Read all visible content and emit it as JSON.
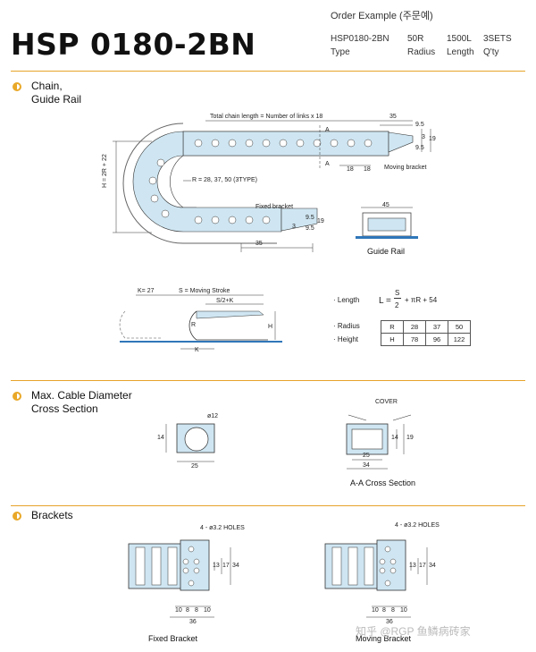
{
  "header": {
    "title": "HSP 0180-2BN",
    "order_example": "Order Example (주문예)",
    "order_values": [
      "HSP0180-2BN",
      "50R",
      "1500L",
      "3SETS"
    ],
    "order_labels": [
      "Type",
      "Radius",
      "Length",
      "Q'ty"
    ]
  },
  "sections": {
    "chain": {
      "line1": "Chain,",
      "line2": "Guide Rail"
    },
    "cable": {
      "line1": "Max. Cable Diameter",
      "line2": "Cross Section"
    },
    "brackets": {
      "line1": "Brackets"
    }
  },
  "chain_drawing": {
    "total_length": "Total chain length = Number of links x 18",
    "dim_35_top": "35",
    "dim_3_top": "3",
    "dim_95_top": "9.5",
    "dim_95b_top": "9.5",
    "dim_19_top": "19",
    "label_A1": "A",
    "label_A2": "A",
    "dim_18a": "18",
    "dim_18b": "18",
    "moving_bracket": "Moving bracket",
    "radius_note": "R = 28, 37, 50 (3TYPE)",
    "height_note": "H = 2R + 22",
    "fixed_bracket": "Fixed bracket",
    "dim_3_bot": "3",
    "dim_95_bot": "9.5",
    "dim_95b_bot": "9.5",
    "dim_19_bot": "19",
    "dim_35_bot": "35"
  },
  "guide_rail": {
    "dim_45": "45",
    "caption": "Guide Rail"
  },
  "stroke_drawing": {
    "k27": "K= 27",
    "stroke": "S = Moving Stroke",
    "s2k": "S/2+K",
    "r": "R",
    "h": "H",
    "k": "K"
  },
  "formula": {
    "length_label": "· Length",
    "l_eq": "L =",
    "s": "S",
    "two": "2",
    "rest": "+ πR + 54",
    "radius_label": "· Radius",
    "height_label": "· Height"
  },
  "rh_table": {
    "rows": [
      [
        "R",
        "28",
        "37",
        "50"
      ],
      [
        "H",
        "78",
        "96",
        "122"
      ]
    ]
  },
  "cable_section": {
    "d12": "ø12",
    "h14": "14",
    "w25": "25"
  },
  "aa_section": {
    "cover": "COVER",
    "h14": "14",
    "h19": "19",
    "w25": "25",
    "w34": "34",
    "caption": "A-A Cross Section"
  },
  "fixed_bracket": {
    "holes": "4 - ø3.2 HOLES",
    "d13": "13",
    "d17": "17",
    "d34": "34",
    "d10a": "10",
    "d8a": "8",
    "d8b": "8",
    "d10b": "10",
    "d36": "36",
    "caption": "Fixed Bracket"
  },
  "moving_bracket": {
    "holes": "4 - ø3.2 HOLES",
    "d13": "13",
    "d17": "17",
    "d34": "34",
    "d10a": "10",
    "d8a": "8",
    "d8b": "8",
    "d10b": "10",
    "d36": "36",
    "caption": "Moving Bracket"
  },
  "watermark": "知乎 @RGP 鱼鳞病砖家",
  "colors": {
    "accent": "#e9a828",
    "chain_fill": "#cfe6f2",
    "rail_blue": "#2f76b8"
  }
}
